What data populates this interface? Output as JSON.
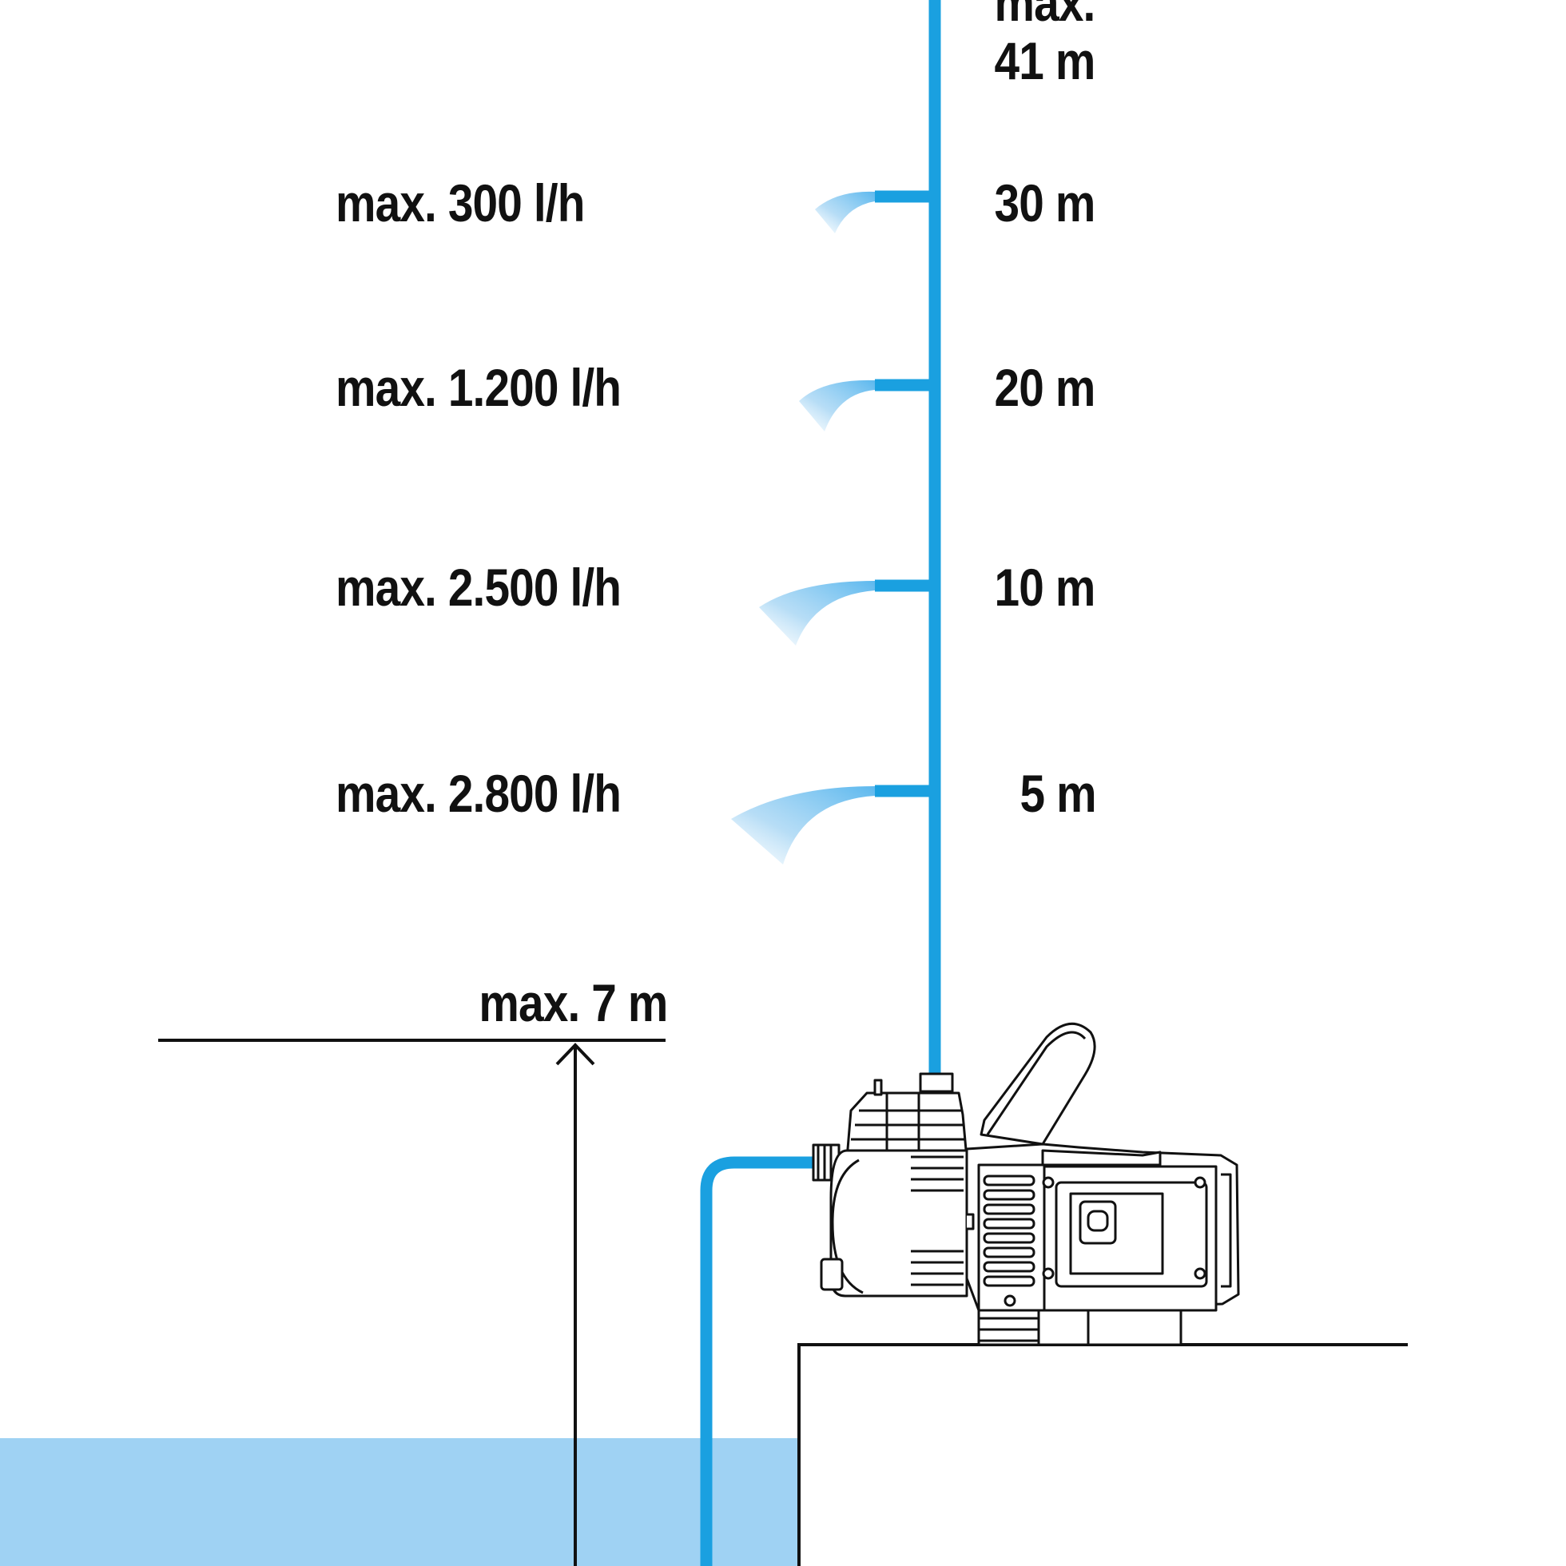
{
  "colors": {
    "pipe_blue": "#1aa0e0",
    "water_blue": "#9fd2f3",
    "ink": "#111111",
    "background": "#ffffff"
  },
  "max_head": {
    "line1": "max.",
    "line2": "41 m"
  },
  "levels": [
    {
      "height": "30 m",
      "flow": "max. 300 l/h"
    },
    {
      "height": "20 m",
      "flow": "max. 1.200 l/h"
    },
    {
      "height": "10 m",
      "flow": "max. 2.500 l/h"
    },
    {
      "height": "5 m",
      "flow": "max. 2.800 l/h"
    }
  ],
  "suction": {
    "label": "max. 7 m"
  },
  "icons": {
    "pump": "garden-pump-icon"
  }
}
